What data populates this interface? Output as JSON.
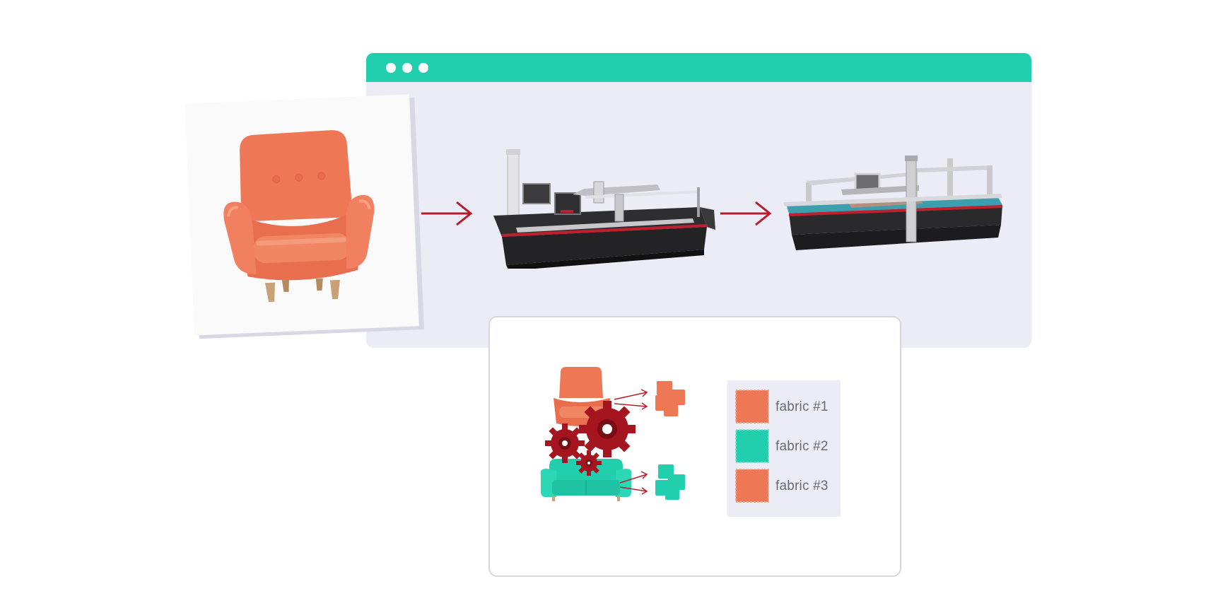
{
  "colors": {
    "accent_teal": "#21cfae",
    "window_bg": "#ececf6",
    "chair_orange": "#ee7756",
    "arrow_red": "#b81c2c",
    "gear_red": "#a5151f"
  },
  "icons": {
    "window_dots": "window-dots-icon",
    "flow_arrow": "arrow-right-icon",
    "gear": "gear-icon"
  },
  "legend": {
    "items": [
      {
        "label": "fabric #1",
        "color": "#ee7756"
      },
      {
        "label": "fabric #2",
        "color": "#21cfae"
      },
      {
        "label": "fabric #3",
        "color": "#ee7756"
      }
    ]
  }
}
